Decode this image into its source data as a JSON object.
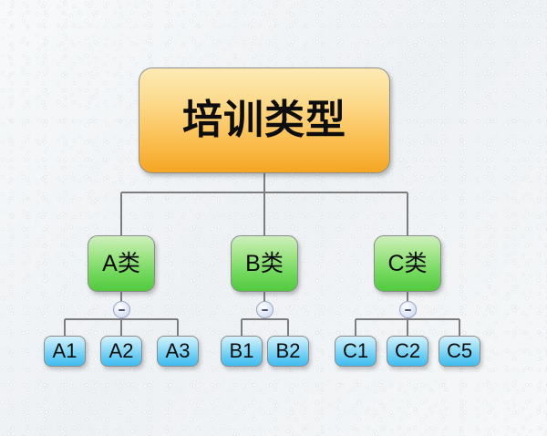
{
  "diagram": {
    "type": "organization-chart",
    "title": "培训类型",
    "background_color": "#f3f5f7",
    "line_color": "#7d7d7d",
    "colors": {
      "root_node": "#f5a623",
      "category_node": "#51c93f",
      "leaf_node": "#3fbcef",
      "toggle": "#c8d5ec"
    },
    "root": {
      "label": "培训类型",
      "level": 1
    },
    "categories": [
      {
        "label": "A类",
        "toggle_icon": "minus-icon",
        "children": [
          {
            "label": "A1"
          },
          {
            "label": "A2"
          },
          {
            "label": "A3"
          }
        ]
      },
      {
        "label": "B类",
        "toggle_icon": "minus-icon",
        "children": [
          {
            "label": "B1"
          },
          {
            "label": "B2"
          }
        ]
      },
      {
        "label": "C类",
        "toggle_icon": "minus-icon",
        "children": [
          {
            "label": "C1"
          },
          {
            "label": "C2"
          },
          {
            "label": "C5"
          }
        ]
      }
    ]
  }
}
